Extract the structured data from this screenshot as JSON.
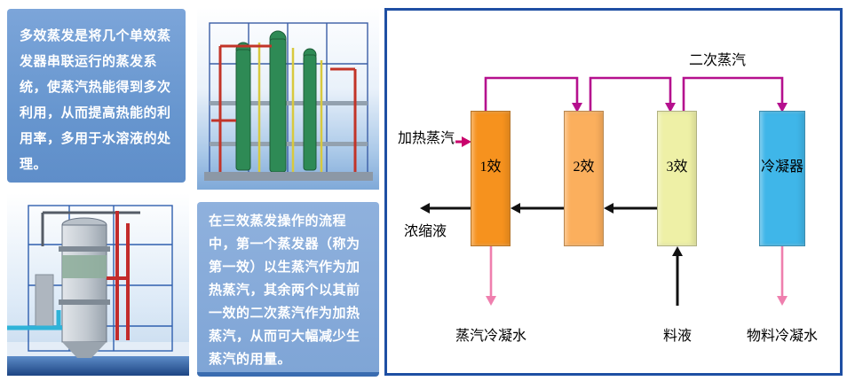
{
  "cards": {
    "intro": "多效蒸发是将几个单效蒸发器串联运行的蒸发系统，使蒸汽热能得到多次利用，从而提高热能的利用率，多用于水溶液的处理。",
    "process": "在三效蒸发操作的流程中，第一个蒸发器（称为第一效）以生蒸汽作为加热蒸汽，其余两个以其前一效的二次蒸汽作为加热蒸汽，从而可大幅减少生蒸汽的用量。"
  },
  "diagram": {
    "labels": {
      "heating_steam": "加热蒸汽",
      "secondary_steam": "二次蒸汽",
      "concentrate": "浓缩液",
      "steam_condensate": "蒸汽冷凝水",
      "feed": "料液",
      "material_condensate": "物料冷凝水"
    },
    "vessels": [
      {
        "label": "1效",
        "color": "#F6921E"
      },
      {
        "label": "2效",
        "color": "#FBAF5D"
      },
      {
        "label": "3效",
        "color": "#EEF0A6"
      },
      {
        "label": "冷凝器",
        "color": "#3FB6E9"
      }
    ],
    "colors": {
      "panel_border": "#1E4FA3",
      "secondary_steam_line": "#B5108E",
      "heating_steam_line": "#C9026B",
      "condensate_line": "#EF7FAE",
      "flow_line": "#111111"
    }
  }
}
